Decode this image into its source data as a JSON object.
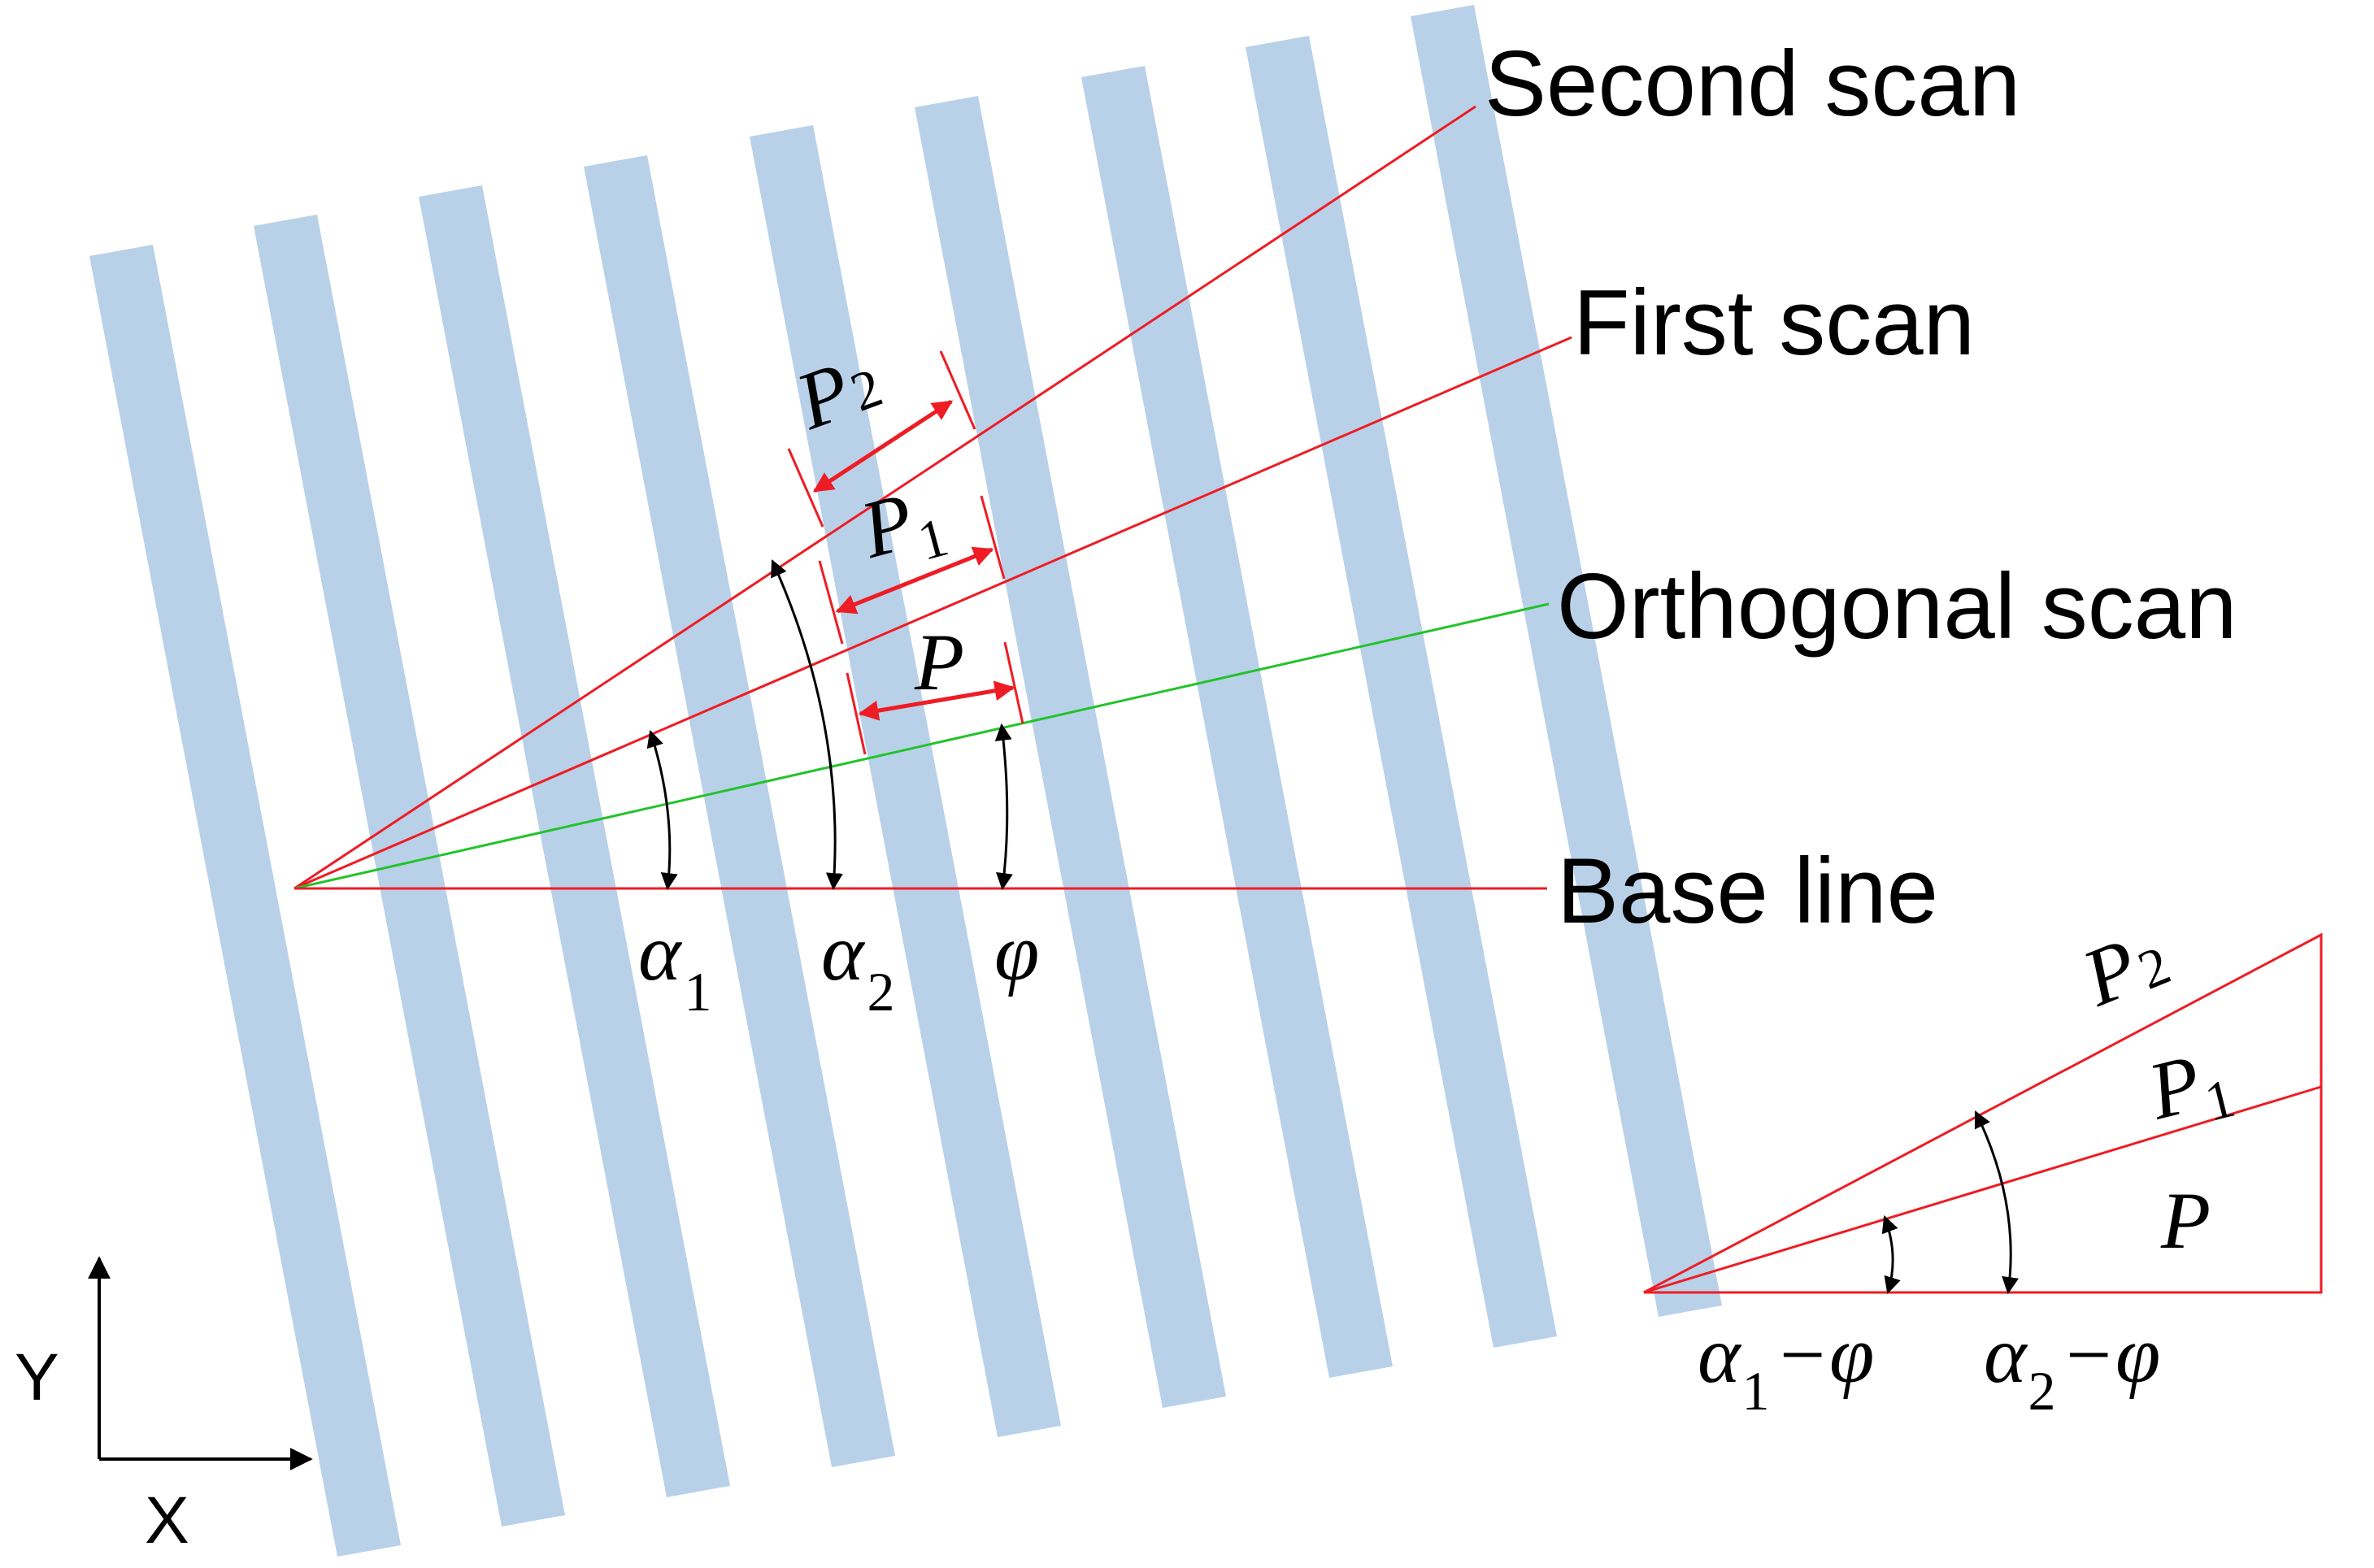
{
  "colors": {
    "stripe": "#b9d1e8",
    "scan_line": "#ee1c24",
    "orthogonal_line": "#22c32a",
    "arrow": "#000000",
    "pitch_arrow": "#ee1c24",
    "text": "#000000"
  },
  "labels": {
    "second_scan": "Second scan",
    "first_scan": "First scan",
    "orthogonal_scan": "Orthogonal scan",
    "base_line": "Base line"
  },
  "angles": {
    "alpha1": {
      "symbol": "α",
      "sub": "1"
    },
    "alpha2": {
      "symbol": "α",
      "sub": "2"
    },
    "phi": {
      "symbol": "φ"
    }
  },
  "pitches": {
    "p2": {
      "symbol": "P",
      "sub": "2"
    },
    "p1": {
      "symbol": "P",
      "sub": "1"
    },
    "p": {
      "symbol": "P"
    }
  },
  "inset": {
    "p2": {
      "symbol": "P",
      "sub": "2"
    },
    "p1": {
      "symbol": "P",
      "sub": "1"
    },
    "p": {
      "symbol": "P"
    },
    "angle1": {
      "symbol": "α",
      "sub": "1",
      "op": "−φ"
    },
    "angle2": {
      "symbol": "α",
      "sub": "2",
      "op": "−φ"
    }
  },
  "axes": {
    "y": "Y",
    "x": "X"
  }
}
